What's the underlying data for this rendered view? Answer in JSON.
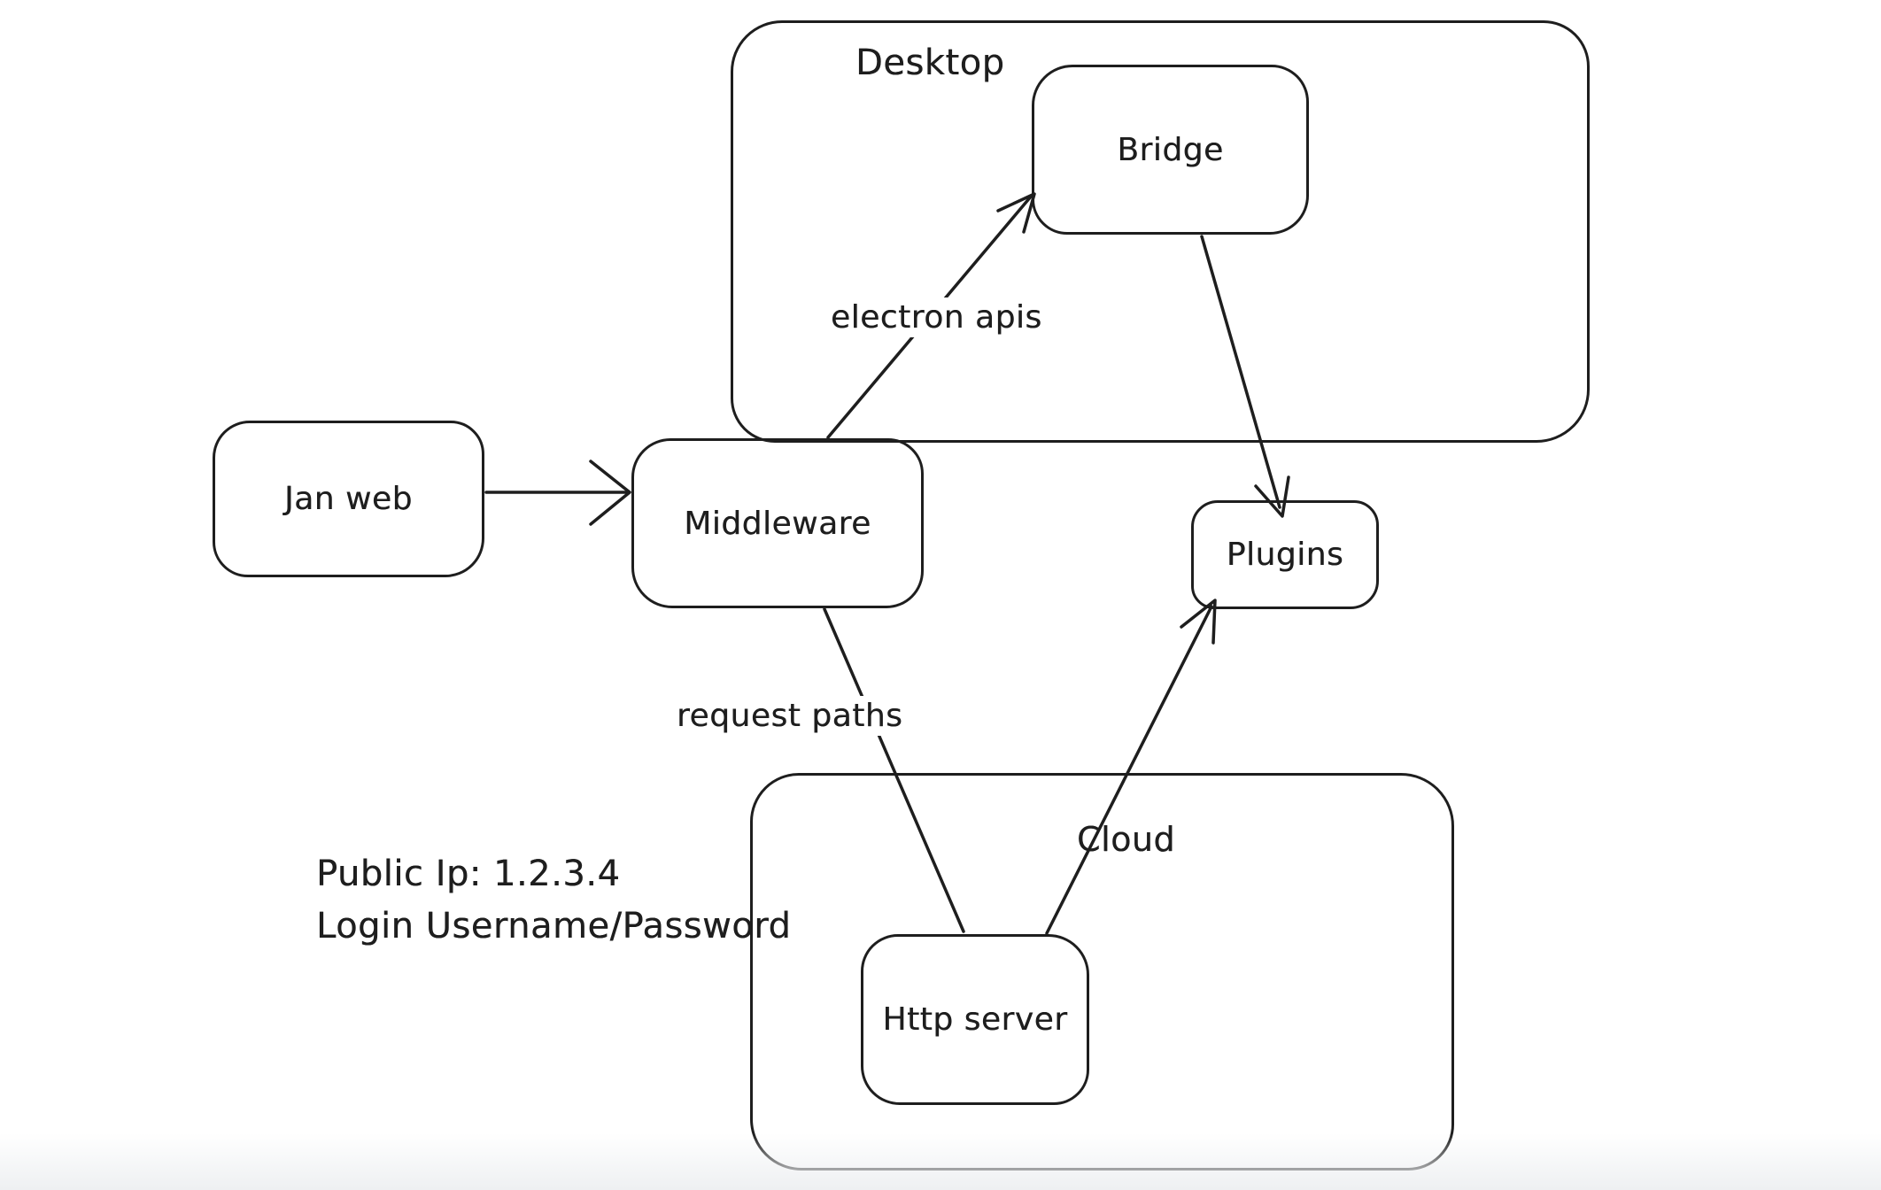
{
  "canvas": {
    "background": "#ffffff",
    "stroke_color": "#1e1e1e",
    "style": "hand-drawn whiteboard diagram"
  },
  "containers": [
    {
      "id": "desktop",
      "label": "Desktop"
    },
    {
      "id": "cloud",
      "label": "Cloud"
    }
  ],
  "nodes": [
    {
      "id": "jan-web",
      "label": "Jan web"
    },
    {
      "id": "middleware",
      "label": "Middleware"
    },
    {
      "id": "bridge",
      "label": "Bridge"
    },
    {
      "id": "plugins",
      "label": "Plugins"
    },
    {
      "id": "http-server",
      "label": "Http server"
    }
  ],
  "edges": [
    {
      "id": "jan-web-to-middleware",
      "from": "jan-web",
      "to": "middleware",
      "label": "",
      "arrowhead": "open-at-middleware"
    },
    {
      "id": "middleware-to-bridge",
      "from": "middleware",
      "to": "bridge",
      "label": "electron apis",
      "arrowhead": "open-at-bridge"
    },
    {
      "id": "bridge-to-plugins",
      "from": "bridge",
      "to": "plugins",
      "label": "",
      "arrowhead": "open-at-plugins"
    },
    {
      "id": "middleware-to-http-server",
      "from": "middleware",
      "to": "http-server",
      "label": "request paths",
      "arrowhead": "none"
    },
    {
      "id": "http-server-to-plugins",
      "from": "http-server",
      "to": "plugins",
      "label": "",
      "arrowhead": "open-at-plugins"
    }
  ],
  "annotations": {
    "public_ip_line": "Public Ip: 1.2.3.4",
    "login_line": "Login Username/Password"
  }
}
